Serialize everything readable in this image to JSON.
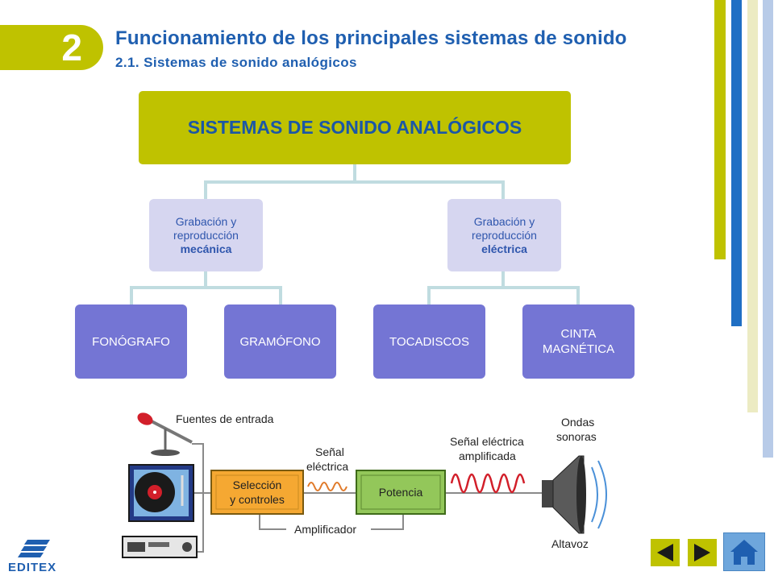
{
  "header": {
    "chapter_number": "2",
    "title": "Funcionamiento de los principales sistemas de sonido",
    "subtitle": "2.1. Sistemas de sonido analógicos"
  },
  "concept_map": {
    "root": "SISTEMAS DE SONIDO ANALÓGICOS",
    "branches": [
      {
        "line1": "Grabación y",
        "line2": "reproducción",
        "line3": "mecánica",
        "leaves": [
          "FONÓGRAFO",
          "GRAMÓFONO"
        ]
      },
      {
        "line1": "Grabación y",
        "line2": "reproducción",
        "line3": "eléctrica",
        "leaves": [
          "TOCADISCOS",
          "CINTA MAGNÉTICA"
        ]
      }
    ]
  },
  "illustration": {
    "fuentes": "Fuentes de entrada",
    "senal_1": "Señal",
    "senal_2": "eléctrica",
    "senal_amp_1": "Señal eléctrica",
    "senal_amp_2": "amplificada",
    "ondas_1": "Ondas",
    "ondas_2": "sonoras",
    "seleccion_1": "Selección",
    "seleccion_2": "y controles",
    "potencia": "Potencia",
    "amplificador": "Amplificador",
    "altavoz": "Altavoz"
  },
  "branding": {
    "logo_text": "EDITEX"
  },
  "colors": {
    "accent": "#bfc200",
    "blue": "#1f5fb0",
    "leaf": "#7475d4",
    "mid": "#d6d6f0"
  }
}
